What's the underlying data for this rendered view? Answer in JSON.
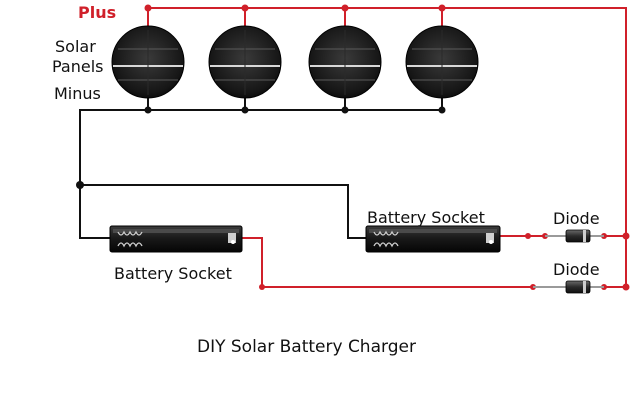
{
  "title": "DIY Solar Battery Charger",
  "labels": {
    "plus": "Plus",
    "minus": "Minus",
    "solar_line1": "Solar",
    "solar_line2": "Panels",
    "battery_left": "Battery Socket",
    "battery_right": "Battery Socket",
    "diode_top": "Diode",
    "diode_bottom": "Diode"
  },
  "colors": {
    "positive_wire": "#d0202a",
    "negative_wire": "#111111"
  },
  "icons": {
    "solar_panel": "solar-panel-icon",
    "battery_socket": "battery-holder-icon",
    "diode": "diode-icon"
  }
}
